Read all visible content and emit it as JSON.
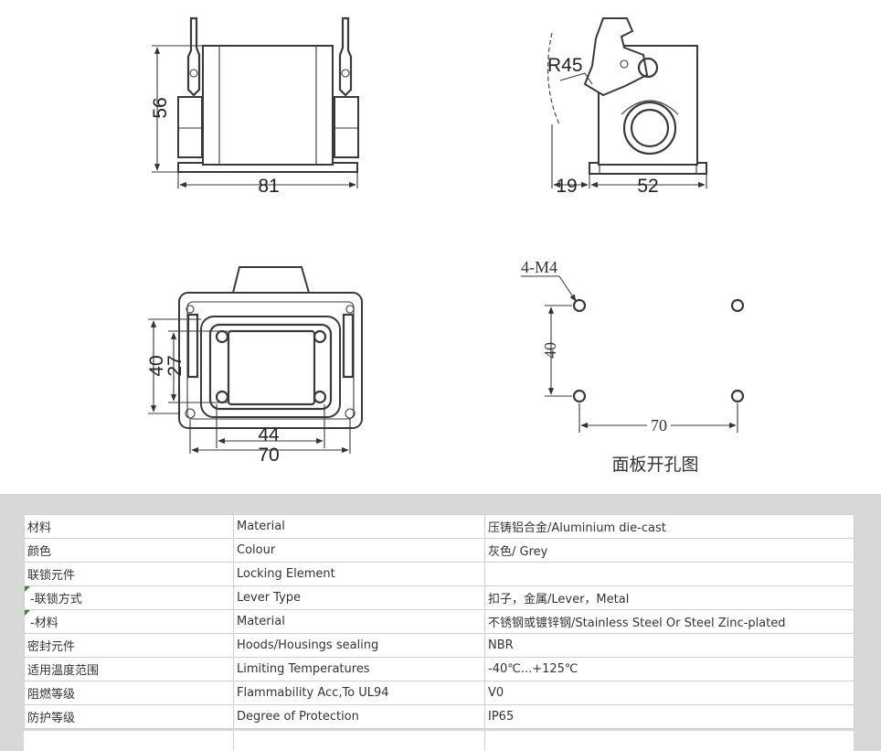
{
  "drawing": {
    "front_view": {
      "dim_height": "56",
      "dim_width": "81"
    },
    "side_view": {
      "dim_radius": "R45",
      "dim_offset": "19",
      "dim_width": "52"
    },
    "top_view": {
      "dim_outer_height": "40",
      "dim_inner_height": "27",
      "dim_inner_width": "44",
      "dim_outer_width": "70"
    },
    "panel_cutout": {
      "hole_label": "4-M4",
      "dim_vertical": "40",
      "dim_horizontal": "70",
      "caption": "面板开孔图"
    }
  },
  "spec_table": {
    "rows": [
      {
        "zh": "材料",
        "en": "Material",
        "value": "压铸铝合金/Aluminium die-cast",
        "sub": false
      },
      {
        "zh": "颜色",
        "en": "Colour",
        "value": "灰色/ Grey",
        "sub": false
      },
      {
        "zh": "联锁元件",
        "en": "Locking Element",
        "value": "",
        "sub": false
      },
      {
        "zh": " -联锁方式",
        "en": "Lever Type",
        "value": "扣子，金属/Lever，Metal",
        "sub": true
      },
      {
        "zh": " -材料",
        "en": "Material",
        "value": "不锈钢或镀锌钢/Stainless Steel Or Steel Zinc-plated",
        "sub": true
      },
      {
        "zh": "密封元件",
        "en": "Hoods/Housings sealing",
        "value": "NBR",
        "sub": false
      },
      {
        "zh": "适用温度范围",
        "en": "Limiting Temperatures",
        "value": "-40℃...+125℃",
        "sub": false
      },
      {
        "zh": "阻燃等级",
        "en": "Flammability Acc,To UL94",
        "value": "V0",
        "sub": false
      },
      {
        "zh": "防护等级",
        "en": "Degree of Protection",
        "value": "IP65",
        "sub": false
      }
    ]
  }
}
